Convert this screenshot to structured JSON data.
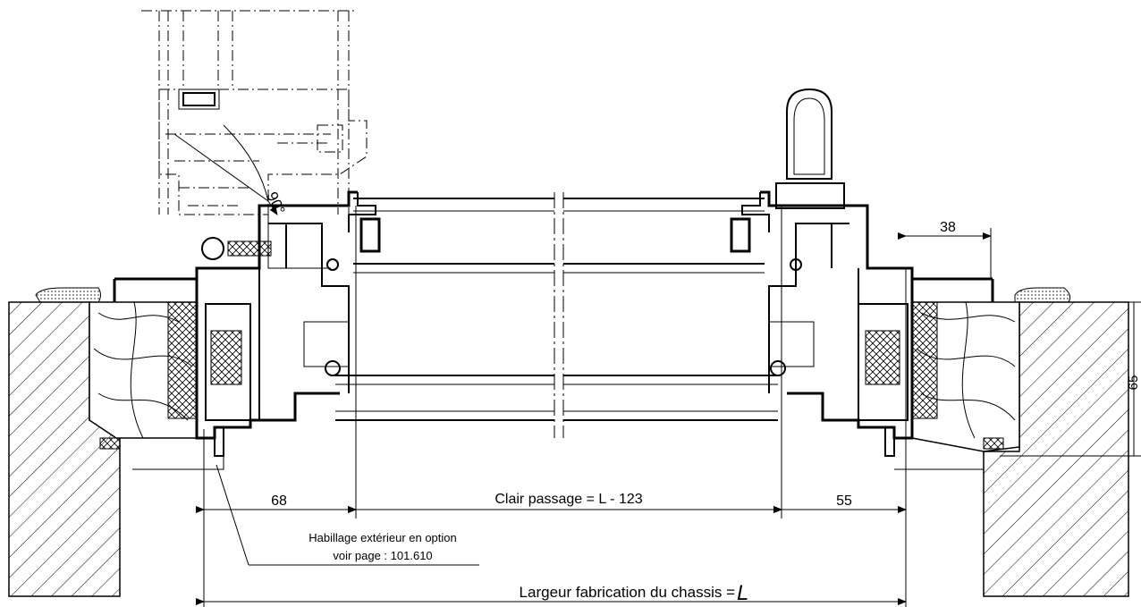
{
  "dimensions": {
    "left_offset": "68",
    "clear_passage": "Clair passage = L - 123",
    "right_offset": "55",
    "top_right": "38",
    "vertical": "65",
    "overall_prefix": "Largeur fabrication du chassis = ",
    "overall_symbol": "L",
    "angle": "90°"
  },
  "annotation": {
    "line1": "Habillage extérieur en option",
    "line2": "voir page : 101.610"
  }
}
